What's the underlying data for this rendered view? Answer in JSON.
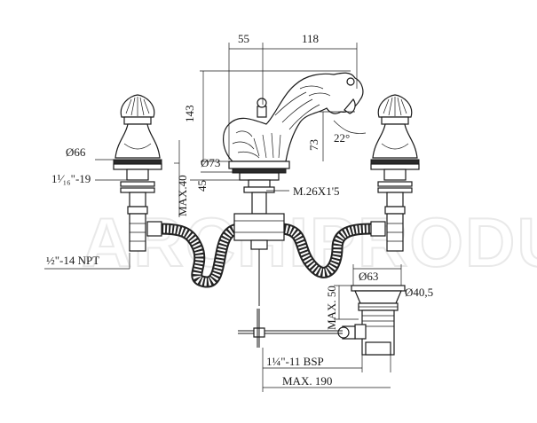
{
  "watermark": "ARCHIPRODUCTS",
  "dimensions": {
    "top_left_width": "55",
    "top_right_width": "118",
    "total_height": "143",
    "spout_height": "73",
    "spout_angle": "22°",
    "base_diameter": "Ø73",
    "handle_diameter": "Ø66",
    "handle_thread": "1¹⁄₁₆\"-19",
    "max_deck": "MAX.40",
    "deck_min": "45",
    "spout_thread": "M.26X1'5",
    "supply_thread": "½\"-14 NPT",
    "drain_diameter": "Ø63",
    "drain_inner_diameter": "Ø40,5",
    "drain_max_height": "MAX. 50",
    "drain_thread": "1¼\"-11 BSP",
    "max_rod_length": "MAX. 190"
  }
}
